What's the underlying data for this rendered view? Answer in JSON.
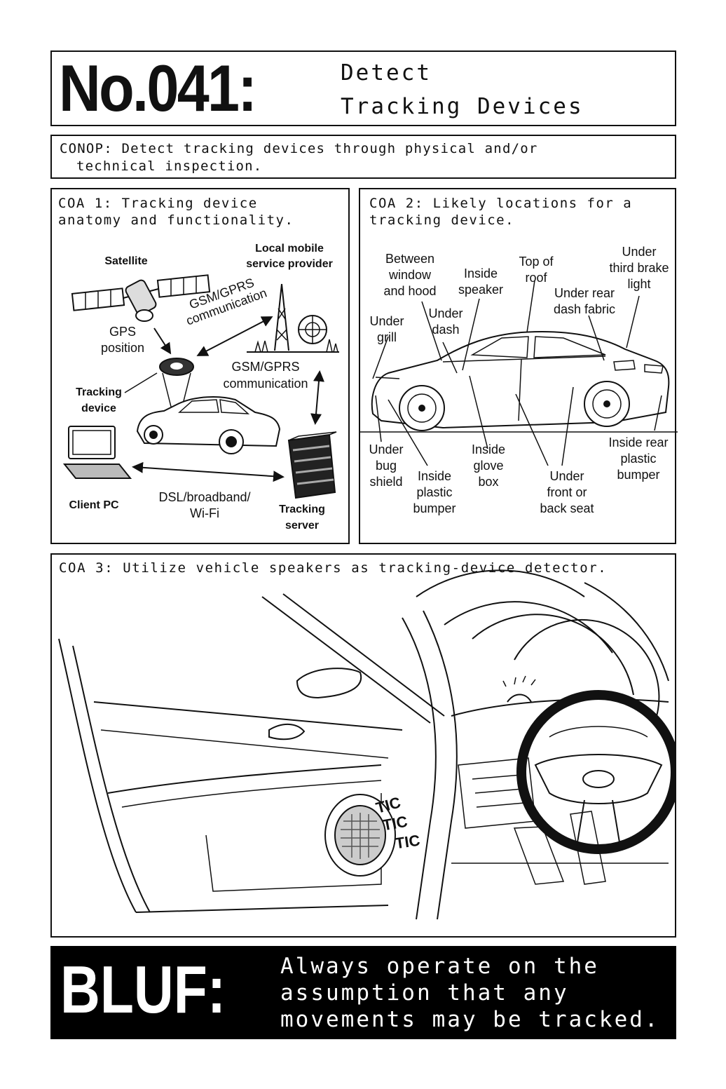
{
  "header": {
    "number": "No.041:",
    "title_line1": "Detect",
    "title_line2": "Tracking Devices"
  },
  "conop": {
    "line1": "CONOP: Detect tracking devices through physical and/or",
    "line2": "technical inspection."
  },
  "coa1": {
    "line1": "COA 1: Tracking device",
    "line2": "anatomy and functionality.",
    "labels": {
      "satellite": "Satellite",
      "local_mobile_1": "Local mobile",
      "local_mobile_2": "service provider",
      "gsm1_1": "GSM/GPRS",
      "gsm1_2": "communication",
      "gps_1": "GPS",
      "gps_2": "position",
      "gsm2_1": "GSM/GPRS",
      "gsm2_2": "communication",
      "tracking_device_1": "Tracking",
      "tracking_device_2": "device",
      "client_pc": "Client PC",
      "dsl_1": "DSL/broadband/",
      "dsl_2": "Wi-Fi",
      "tracking_server_1": "Tracking",
      "tracking_server_2": "server"
    }
  },
  "coa2": {
    "line1": "COA 2: Likely locations for a",
    "line2": "tracking device.",
    "labels": {
      "between_1": "Between",
      "between_2": "window",
      "between_3": "and hood",
      "inside_speaker_1": "Inside",
      "inside_speaker_2": "speaker",
      "top_roof_1": "Top of",
      "top_roof_2": "roof",
      "third_brake_1": "Under",
      "third_brake_2": "third brake",
      "third_brake_3": "light",
      "under_dash_1": "Under",
      "under_dash_2": "dash",
      "rear_dash_1": "Under rear",
      "rear_dash_2": "dash fabric",
      "grill_1": "Under",
      "grill_2": "grill",
      "bug_1": "Under",
      "bug_2": "bug",
      "bug_3": "shield",
      "plastic_1": "Inside",
      "plastic_2": "plastic",
      "plastic_3": "bumper",
      "glove_1": "Inside",
      "glove_2": "glove",
      "glove_3": "box",
      "seat_1": "Under",
      "seat_2": "front or",
      "seat_3": "back seat",
      "rear_bumper_1": "Inside rear",
      "rear_bumper_2": "plastic",
      "rear_bumper_3": "bumper"
    }
  },
  "coa3": {
    "line1": "COA 3: Utilize vehicle speakers as tracking-device detector.",
    "sound": [
      "TIC",
      "TIC",
      "TIC"
    ]
  },
  "bluf": {
    "label": "BLUF:",
    "line1": "Always operate on the",
    "line2": "assumption that any",
    "line3": "movements may be tracked."
  }
}
